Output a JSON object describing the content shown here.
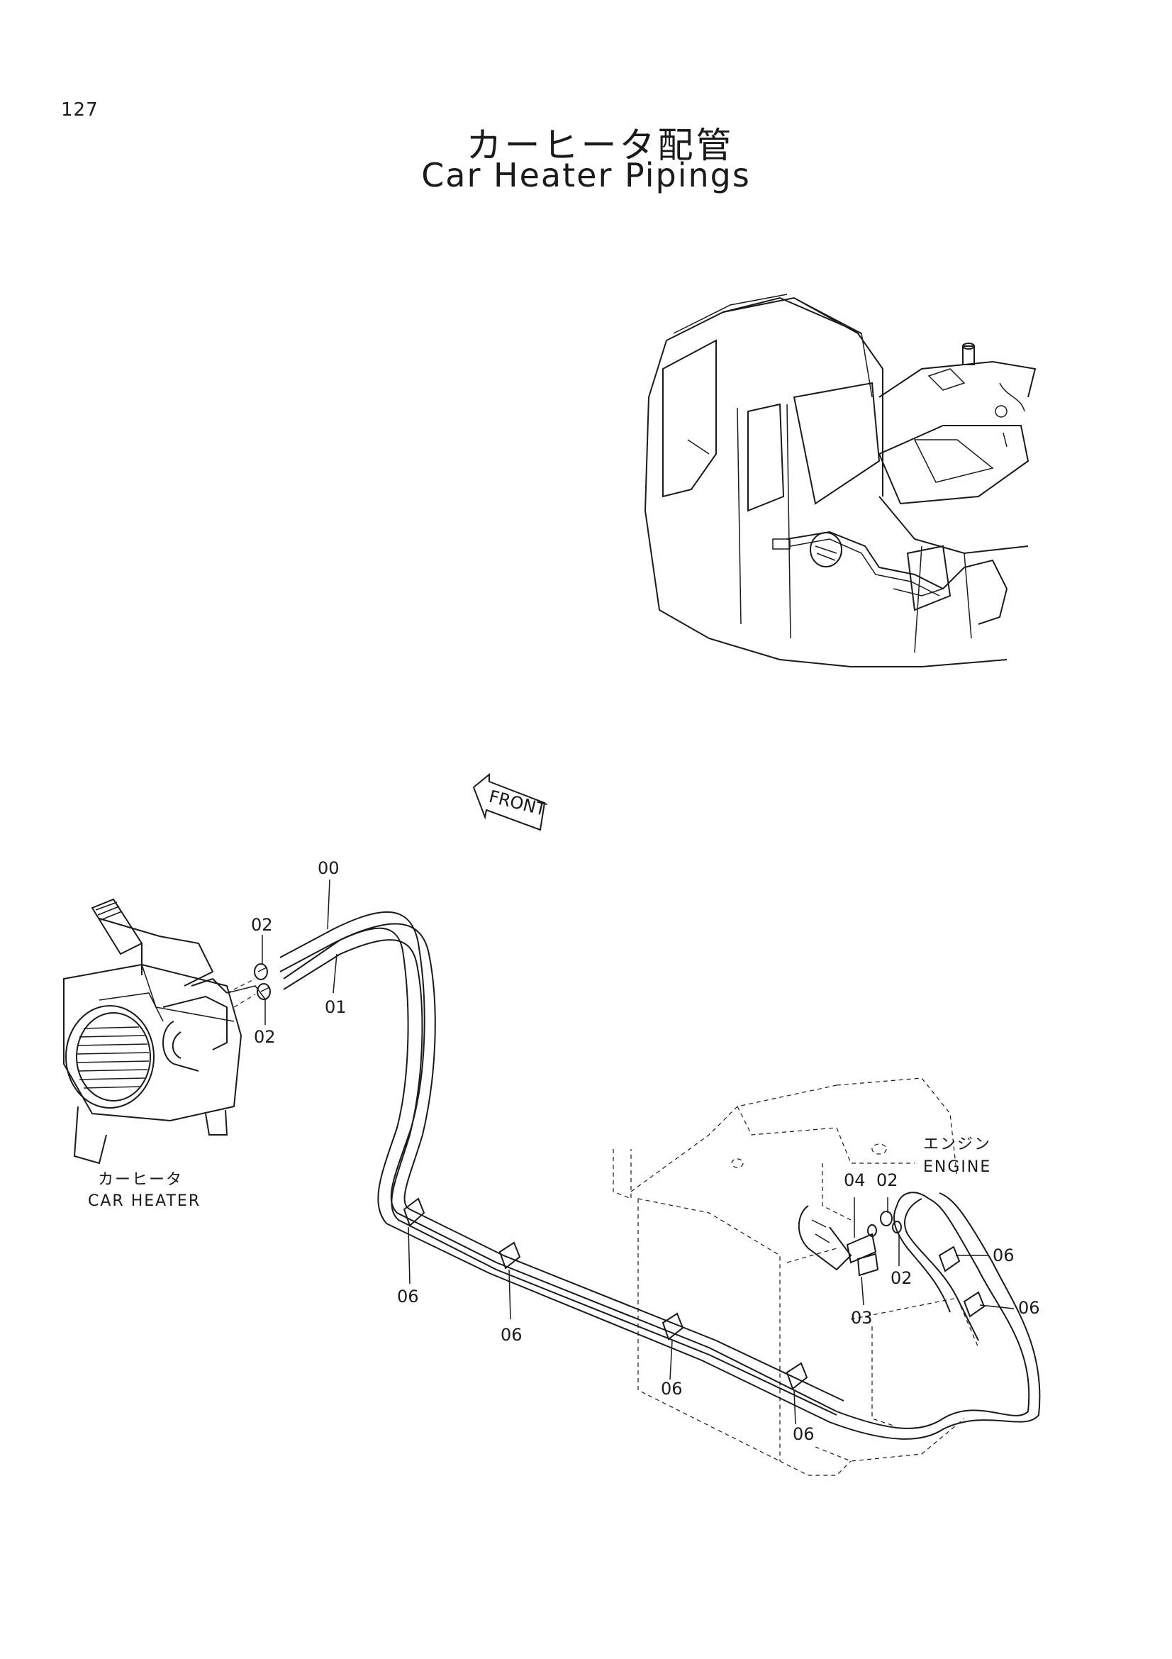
{
  "page_number": "127",
  "title_jp": "カーヒータ配管",
  "title_en": "Car Heater Pipings",
  "front_marker": "FRONT",
  "components": {
    "car_heater_jp": "カーヒータ",
    "car_heater_en": "CAR HEATER",
    "engine_jp": "エンジン",
    "engine_en": "ENGINE"
  },
  "callouts": [
    {
      "id": "c00",
      "text": "00"
    },
    {
      "id": "c01",
      "text": "01"
    },
    {
      "id": "c02a",
      "text": "02"
    },
    {
      "id": "c02b",
      "text": "02"
    },
    {
      "id": "c04",
      "text": "04"
    },
    {
      "id": "c02c",
      "text": "02"
    },
    {
      "id": "c02d",
      "text": "02"
    },
    {
      "id": "c03",
      "text": "03"
    },
    {
      "id": "c06a",
      "text": "06"
    },
    {
      "id": "c06b",
      "text": "06"
    },
    {
      "id": "c06c",
      "text": "06"
    },
    {
      "id": "c06d",
      "text": "06"
    },
    {
      "id": "c06e",
      "text": "06"
    },
    {
      "id": "c06f",
      "text": "06"
    }
  ]
}
